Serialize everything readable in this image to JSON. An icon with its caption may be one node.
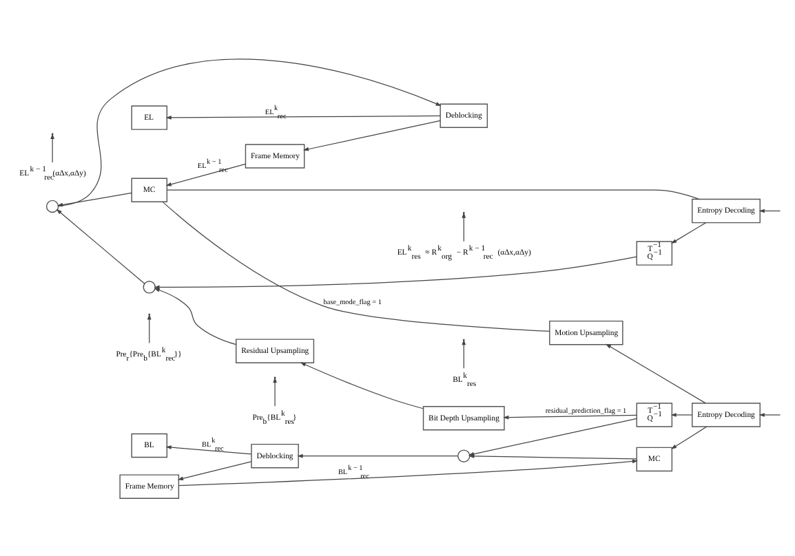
{
  "diagram": {
    "nodes": [
      {
        "text": [
          "EL"
        ]
      },
      {
        "text": [
          "Deblocking"
        ]
      },
      {
        "text": [
          "Frame Memory"
        ]
      },
      {
        "text": [
          "MC"
        ]
      },
      {
        "text": [],
        "shape": "circle"
      },
      {
        "text": [],
        "shape": "circle"
      },
      {
        "text": [
          "T$^{−1}$ Q$^{−1}$"
        ]
      },
      {
        "text": [
          "Entropy Decoding"
        ]
      },
      {
        "text": [
          "Residual Upsampling"
        ]
      },
      {
        "text": [
          "Bit Depth Upsampling"
        ]
      },
      {
        "text": [
          "Motion Upsampling"
        ]
      },
      {
        "text": [
          "BL"
        ]
      },
      {
        "text": [
          "Deblocking"
        ]
      },
      {
        "text": [
          "Frame Memory"
        ]
      },
      {
        "text": [
          "MC"
        ]
      },
      {
        "text": [],
        "shape": "circle"
      },
      {
        "text": [
          "T$^{−1}$ Q$^{−1}$"
        ]
      },
      {
        "text": [
          "Entropy Decoding"
        ]
      },
      {
        "text": [
          "EL$^{k − 1}$$_{rec}$(αΔx,αΔy)"
        ]
      },
      {
        "text": [
          "EL$^{k}$$_{res}$ ≈ R$^{k}$$_{org}$ − R$^{k − 1}$$_{rec}$ (αΔx,αΔy)"
        ]
      },
      {
        "text": [
          "Pre$_{r}${Pre$_{b}${BL$^{k}$$_{rec}$}}"
        ]
      },
      {
        "text": [
          "Pre$_{b}${BL$^{k}$$_{res}$}"
        ]
      },
      {
        "text": [
          "BL$^{k}$$_{res}$"
        ]
      }
    ],
    "edges": [
      {
        "from": null,
        "to": 7,
        "arrow": "to"
      },
      {
        "from": 7,
        "to": 6,
        "arrow": "to"
      },
      {
        "from": 6,
        "to": 5,
        "arrow": "to"
      },
      {
        "from": 8,
        "to": 5,
        "arrow": "to"
      },
      {
        "from": 5,
        "to": 4,
        "arrow": "to"
      },
      {
        "from": 3,
        "to": 4,
        "arrow": "to"
      },
      {
        "from": 4,
        "to": 1,
        "arrow": "to"
      },
      {
        "from": 1,
        "to": 0,
        "label": "EL$^{k}$$_{rec}$",
        "arrow": "to"
      },
      {
        "from": 1,
        "to": 2,
        "arrow": "to"
      },
      {
        "from": 2,
        "to": 3,
        "label": "EL$^{k − 1}$$_{rec}$",
        "arrow": "to"
      },
      {
        "from": 10,
        "to": 3,
        "label": "base_mode_flag = 1",
        "arrow": "none"
      },
      {
        "from": 7,
        "to": 3,
        "arrow": "none"
      },
      {
        "from": 9,
        "to": 8,
        "arrow": "to"
      },
      {
        "from": 16,
        "to": 9,
        "label": "residual_prediction_flag = 1",
        "arrow": "to"
      },
      {
        "from": 17,
        "to": 10,
        "arrow": "to"
      },
      {
        "from": null,
        "to": 17,
        "arrow": "to"
      },
      {
        "from": 17,
        "to": 16,
        "arrow": "to"
      },
      {
        "from": 16,
        "to": 15,
        "arrow": "to"
      },
      {
        "from": 14,
        "to": 15,
        "arrow": "to"
      },
      {
        "from": 15,
        "to": 12,
        "arrow": "to"
      },
      {
        "from": 12,
        "to": 11,
        "label": "BL$^{k}$$_{rec}$",
        "arrow": "to"
      },
      {
        "from": 12,
        "to": 13,
        "arrow": "to"
      },
      {
        "from": 13,
        "to": 14,
        "label": "BL$^{k − 1}$$_{rec}$",
        "arrow": "to"
      },
      {
        "from": 17,
        "to": 14,
        "arrow": "to"
      },
      {
        "from": 18,
        "to": null,
        "arrow": "to"
      },
      {
        "from": 19,
        "to": null,
        "arrow": "to"
      },
      {
        "from": 20,
        "to": null,
        "arrow": "to"
      },
      {
        "from": 21,
        "to": null,
        "arrow": "to"
      },
      {
        "from": 22,
        "to": null,
        "arrow": "to"
      }
    ]
  }
}
